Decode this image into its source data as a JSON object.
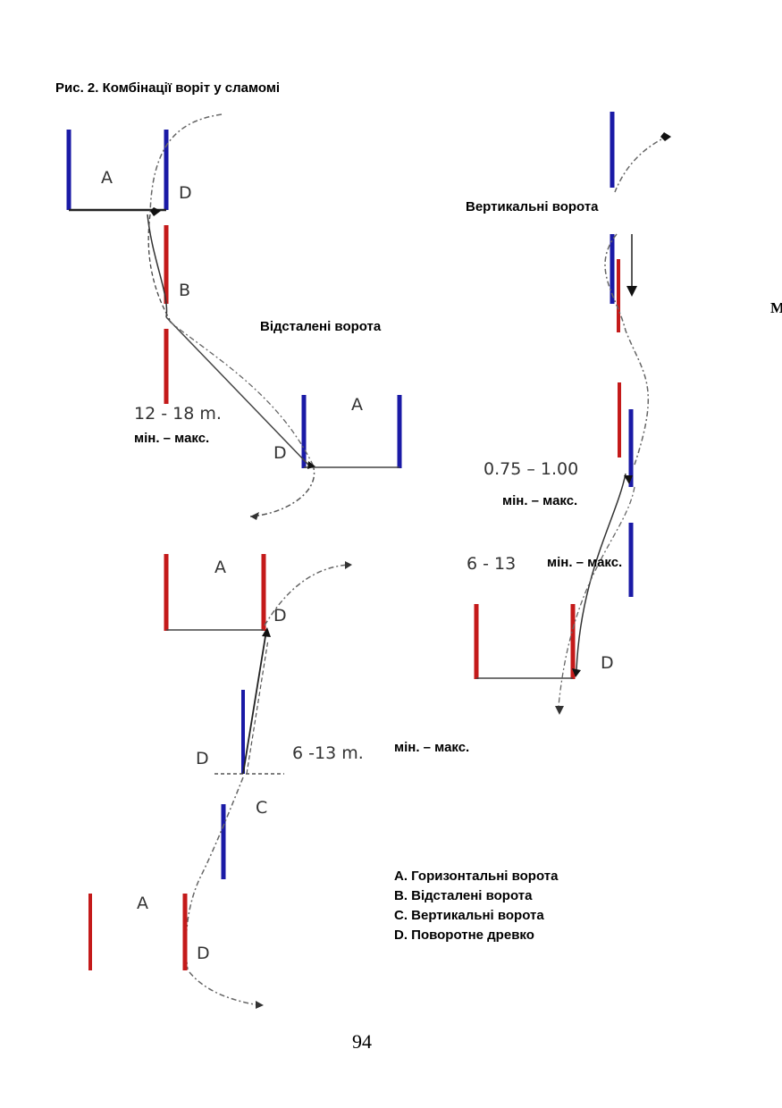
{
  "figure_title": "Рис. 2.  Комбінації воріт у сламомі",
  "labels": {
    "vertical_gate": "Вертикальні ворота",
    "offset_gate": "Відсталені ворота",
    "min_max_1": "мін. – макс.",
    "min_max_2": "мін. – макс.",
    "min_max_3": "мін. – макс.",
    "min_max_4": "мін. – макс."
  },
  "image_text": {
    "a1": "A",
    "d1": "D",
    "b1": "B",
    "dist1": "12 - 18 m.",
    "a2": "A",
    "d2": "D",
    "a3": "A",
    "d3": "D",
    "d4": "D",
    "c4": "C",
    "dist3": "6 -13 m.",
    "a5": "A",
    "d5": "D",
    "dist_v": "0.75 – 1.00",
    "dist_v2": "6 - 13",
    "d6": "D"
  },
  "legend": [
    "A. Горизонтальні ворота",
    "B. Відсталені ворота",
    "C. Вертикальні ворота",
    "D. Поворотне древко"
  ],
  "edge_char": "M",
  "page_number": "94",
  "colors": {
    "blue": "#1a1aa6",
    "red": "#c41a1a",
    "line": "#333333",
    "dash": "#666666"
  }
}
